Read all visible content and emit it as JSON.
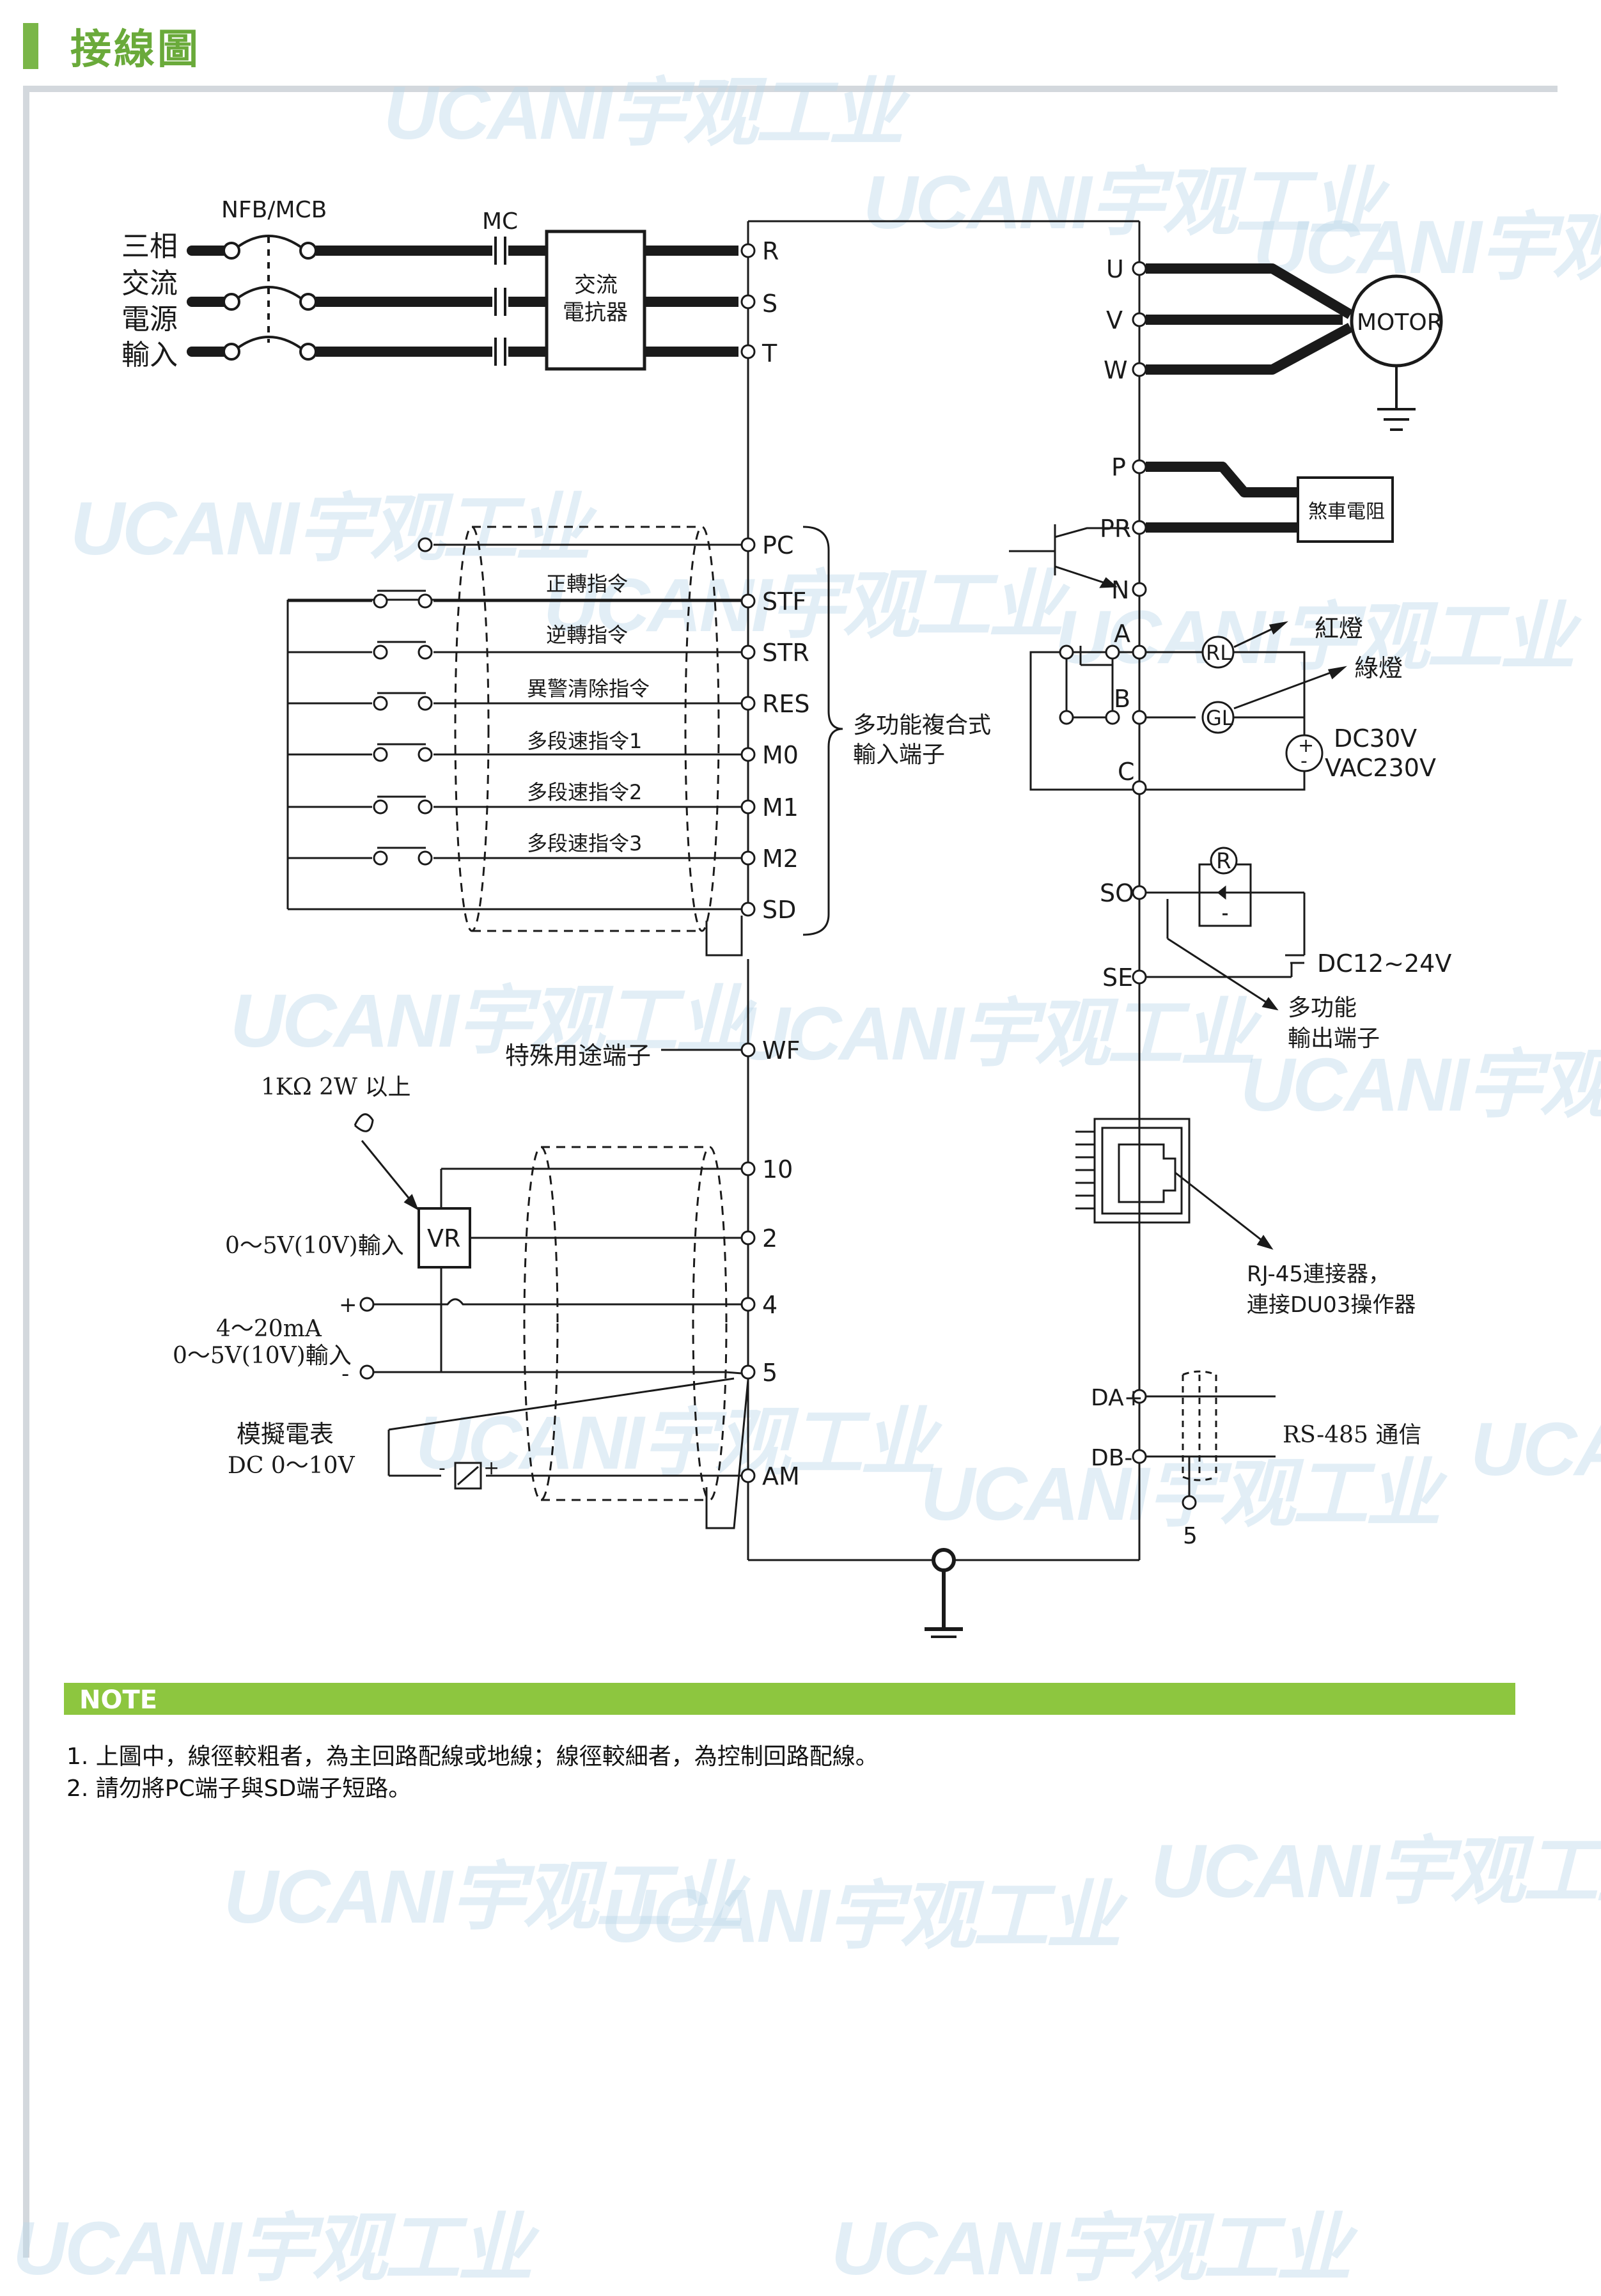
{
  "page": {
    "title": "接線圖"
  },
  "watermark": "UCANI宇观工业",
  "power_input": {
    "label": [
      "三相",
      "交流",
      "電源",
      "輸入"
    ]
  },
  "labels": {
    "breaker": "NFB/MCB",
    "contactor": "MC",
    "reactor": [
      "交流",
      "電抗器"
    ],
    "motor": "MOTOR",
    "brake_resistor": "煞車電阻",
    "multi_input": [
      "多功能複合式",
      "輸入端子"
    ],
    "special_terminal": "特殊用途端子",
    "resistor_spec": "1KΩ 2W 以上",
    "vr": "VR",
    "voltage_input": "0～5V(10V)輸入",
    "current_input": [
      "4～20mA",
      "0～5V(10V)輸入"
    ],
    "meter": [
      "模擬電表",
      "DC 0～10V"
    ],
    "red_lamp": "紅燈",
    "green_lamp": "綠燈",
    "relay_supply": [
      "DC30V",
      "VAC230V"
    ],
    "dc_supply": "DC12~24V",
    "multi_output": [
      "多功能",
      "輸出端子"
    ],
    "rj45": [
      "RJ-45連接器，",
      "連接DU03操作器"
    ],
    "rs485": "RS-485 通信",
    "plus": "+",
    "minus": "-"
  },
  "terminals": {
    "main_in": [
      "R",
      "S",
      "T"
    ],
    "motor": [
      "U",
      "V",
      "W"
    ],
    "brake": [
      "P",
      "PR",
      "N"
    ],
    "relay": [
      "A",
      "B",
      "C"
    ],
    "open_collector": [
      "SO",
      "SE"
    ],
    "digital_inputs": [
      "PC",
      "STF",
      "STR",
      "RES",
      "M0",
      "M1",
      "M2",
      "SD"
    ],
    "special": "WF",
    "analog": [
      "10",
      "2",
      "4",
      "5",
      "AM"
    ],
    "rs485": [
      "DA+",
      "DB-"
    ],
    "rs485_ground": "5"
  },
  "input_commands": [
    "正轉指令",
    "逆轉指令",
    "異警清除指令",
    "多段速指令1",
    "多段速指令2",
    "多段速指令3"
  ],
  "lamps": [
    "RL",
    "GL",
    "R"
  ],
  "note": {
    "heading": "NOTE",
    "items": [
      "1. 上圖中，線徑較粗者，為主回路配線或地線；線徑較細者，為控制回路配線。",
      "2. 請勿將PC端子與SD端子短路。"
    ]
  },
  "colors": {
    "accent": "#8dc63f",
    "title": "#6aaa3a",
    "frame": "#d3d8dd",
    "line": "#1a1a1a"
  }
}
